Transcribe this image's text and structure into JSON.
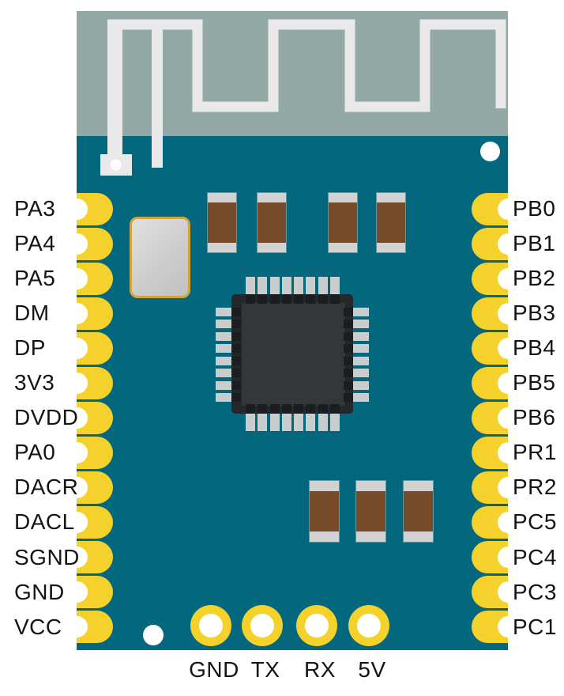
{
  "colors": {
    "board": "#03687d",
    "zone": "#93a9a5",
    "trace": "#e9e9e9",
    "pad": "#f5d12b",
    "smd_body": "#784b2a",
    "smd_cap": "#d2d2d2",
    "ic_frame": "#24282a",
    "ic_inner": "#343738",
    "ic_pin": "#c9cdce",
    "ic_notch": "#1a1e20",
    "crystal_border": "#d2a43c",
    "crystal_fill": "#cdcdcd",
    "text": "#141414"
  },
  "left_pins": [
    "PA3",
    "PA4",
    "PA5",
    "DM",
    "DP",
    "3V3",
    "DVDD",
    "PA0",
    "DACR",
    "DACL",
    "SGND",
    "GND",
    "VCC"
  ],
  "right_pins": [
    "PB0",
    "PB1",
    "PB2",
    "PB3",
    "PB4",
    "PB5",
    "PB6",
    "PR1",
    "PR2",
    "PC5",
    "PC4",
    "PC3",
    "PC1"
  ],
  "bottom_pins": [
    "GND",
    "TX",
    "RX",
    "5V"
  ],
  "board_facts": {
    "smd_top_count": 4,
    "smd_bottom_count": 3,
    "ic_pins_per_side": 8,
    "mounting_holes": 3,
    "antenna_type": "meander-trace"
  }
}
